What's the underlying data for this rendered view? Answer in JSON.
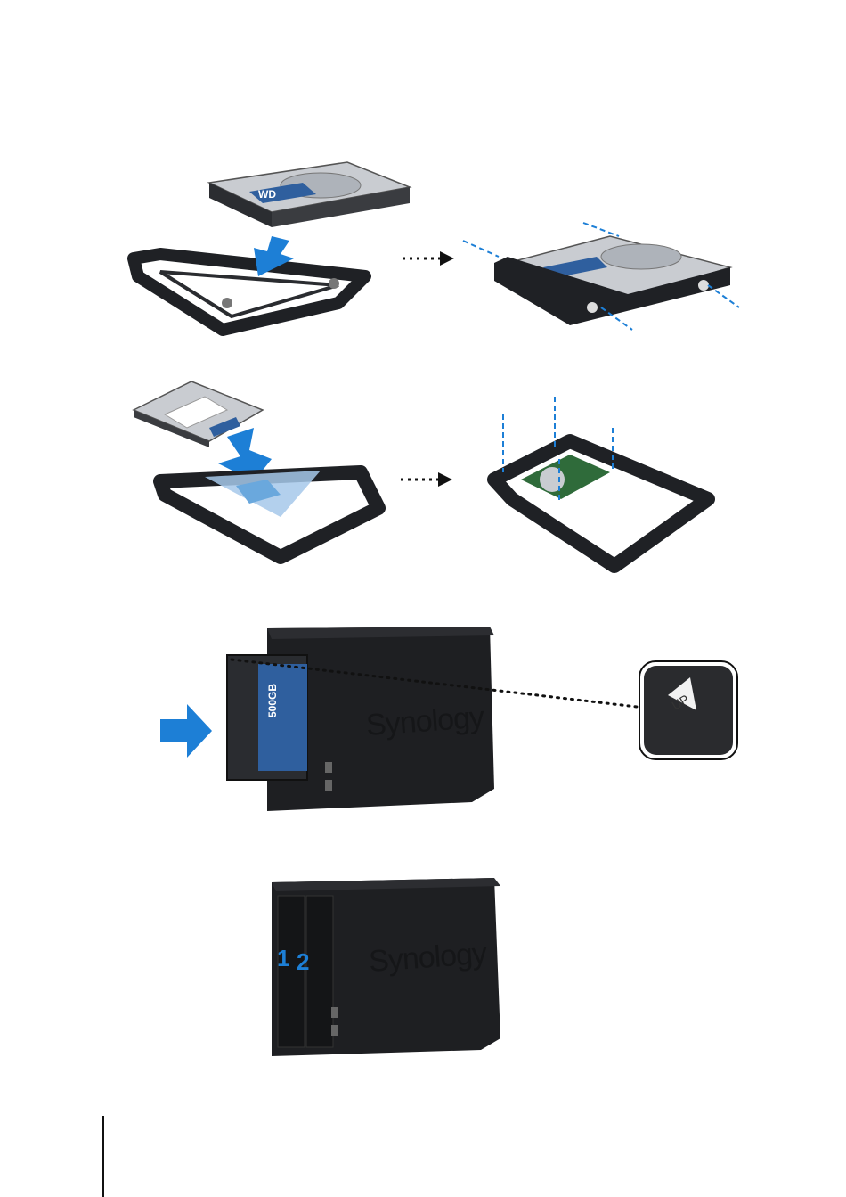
{
  "nas": {
    "brand_top": "Synology",
    "brand_bottom": "Synology",
    "bay_1": "1",
    "bay_2": "2"
  },
  "drive": {
    "label_brand": "WD",
    "label_capacity": "500GB"
  },
  "detail": {
    "up_label": "UP"
  },
  "colors": {
    "accent_blue": "#1d7fd6",
    "chassis": "#1e1f22",
    "tray": "#2a2c30",
    "hdd_label": "#2f5f9e"
  }
}
